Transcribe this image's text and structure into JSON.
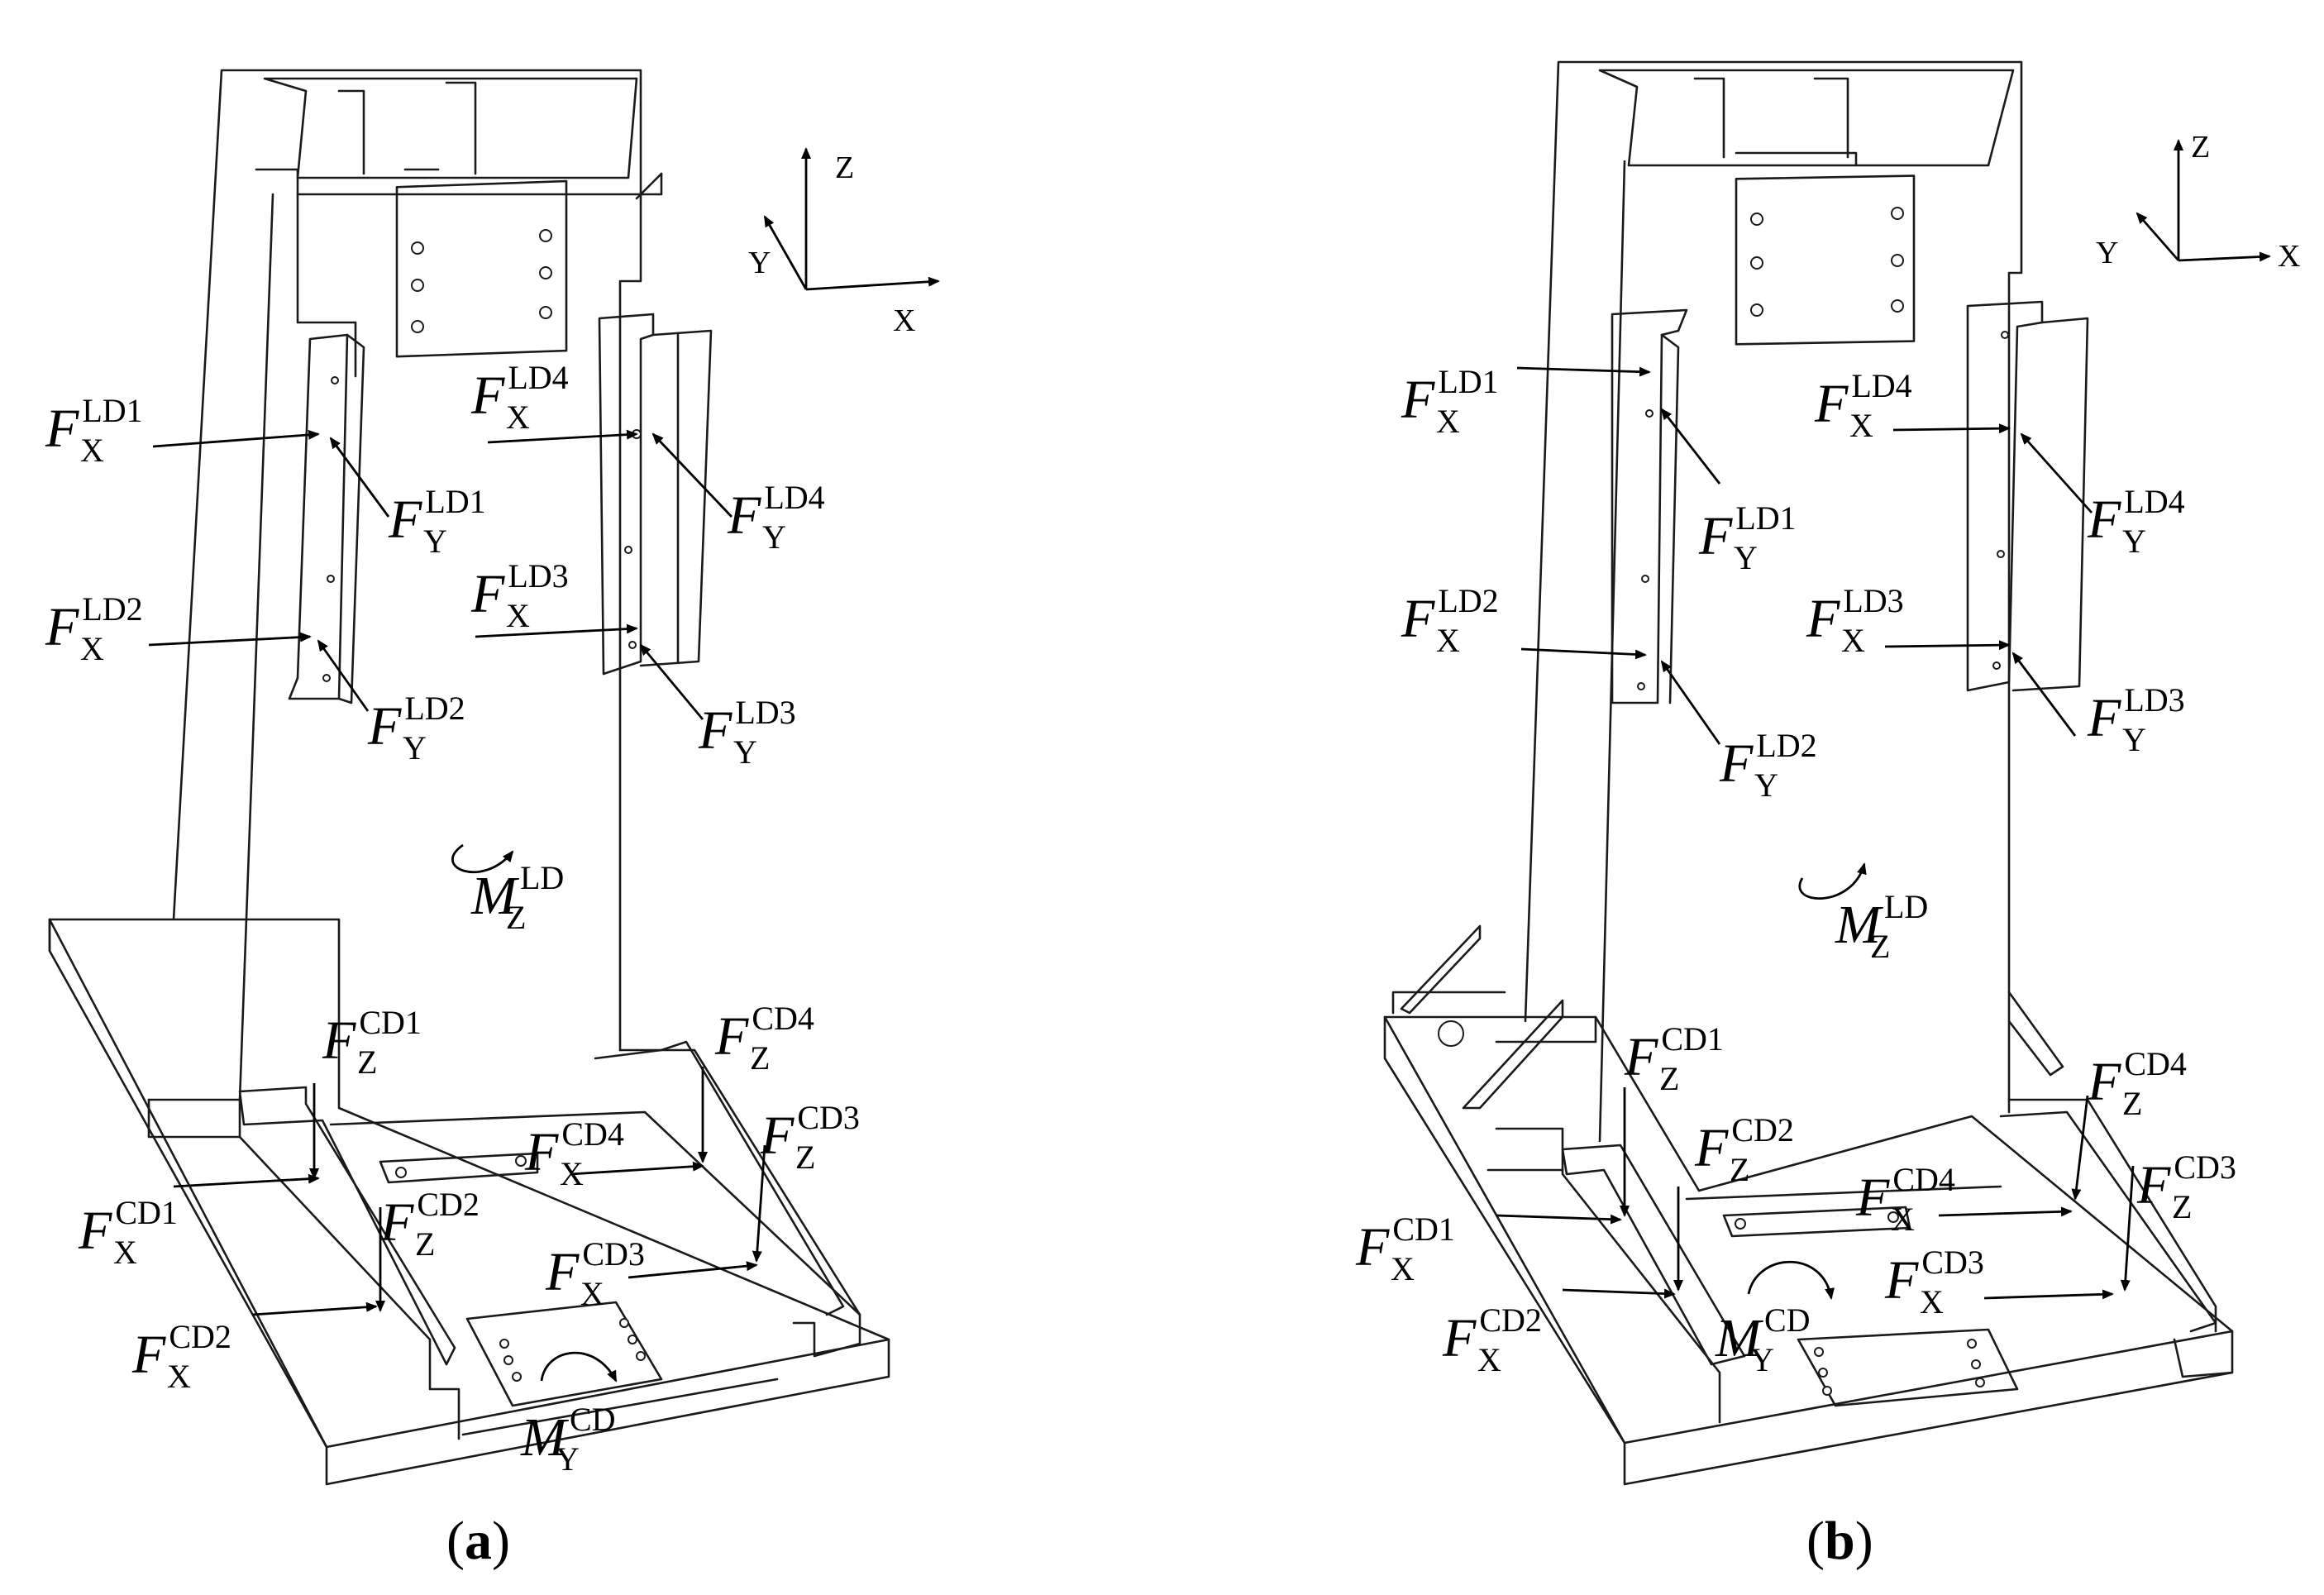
{
  "panels": [
    {
      "caption": {
        "open": "(",
        "letter": "a",
        "close": ")"
      },
      "axes": {
        "z": "Z",
        "y": "Y",
        "x": "X"
      },
      "labels": [
        {
          "id": "fx-ld1",
          "main": "F",
          "sub": "X",
          "sup": "LD1"
        },
        {
          "id": "fy-ld1",
          "main": "F",
          "sub": "Y",
          "sup": "LD1"
        },
        {
          "id": "fx-ld2",
          "main": "F",
          "sub": "X",
          "sup": "LD2"
        },
        {
          "id": "fy-ld2",
          "main": "F",
          "sub": "Y",
          "sup": "LD2"
        },
        {
          "id": "fx-ld4",
          "main": "F",
          "sub": "X",
          "sup": "LD4"
        },
        {
          "id": "fy-ld4",
          "main": "F",
          "sub": "Y",
          "sup": "LD4"
        },
        {
          "id": "fx-ld3",
          "main": "F",
          "sub": "X",
          "sup": "LD3"
        },
        {
          "id": "fy-ld3",
          "main": "F",
          "sub": "Y",
          "sup": "LD3"
        },
        {
          "id": "mz-ld",
          "main": "M",
          "sub": "Z",
          "sup": "LD"
        },
        {
          "id": "fz-cd1",
          "main": "F",
          "sub": "Z",
          "sup": "CD1"
        },
        {
          "id": "fz-cd4",
          "main": "F",
          "sub": "Z",
          "sup": "CD4"
        },
        {
          "id": "fx-cd4",
          "main": "F",
          "sub": "X",
          "sup": "CD4"
        },
        {
          "id": "fz-cd3",
          "main": "F",
          "sub": "Z",
          "sup": "CD3"
        },
        {
          "id": "fx-cd1",
          "main": "F",
          "sub": "X",
          "sup": "CD1"
        },
        {
          "id": "fz-cd2",
          "main": "F",
          "sub": "Z",
          "sup": "CD2"
        },
        {
          "id": "fx-cd3",
          "main": "F",
          "sub": "X",
          "sup": "CD3"
        },
        {
          "id": "fx-cd2",
          "main": "F",
          "sub": "X",
          "sup": "CD2"
        },
        {
          "id": "my-cd",
          "main": "M",
          "sub": "Y",
          "sup": "CD"
        }
      ]
    },
    {
      "caption": {
        "open": "(",
        "letter": "b",
        "close": ")"
      },
      "axes": {
        "z": "Z",
        "y": "Y",
        "x": "X"
      },
      "labels": [
        {
          "id": "fx-ld1",
          "main": "F",
          "sub": "X",
          "sup": "LD1"
        },
        {
          "id": "fy-ld1",
          "main": "F",
          "sub": "Y",
          "sup": "LD1"
        },
        {
          "id": "fx-ld2",
          "main": "F",
          "sub": "X",
          "sup": "LD2"
        },
        {
          "id": "fy-ld2",
          "main": "F",
          "sub": "Y",
          "sup": "LD2"
        },
        {
          "id": "fx-ld4",
          "main": "F",
          "sub": "X",
          "sup": "LD4"
        },
        {
          "id": "fy-ld4",
          "main": "F",
          "sub": "Y",
          "sup": "LD4"
        },
        {
          "id": "fx-ld3",
          "main": "F",
          "sub": "X",
          "sup": "LD3"
        },
        {
          "id": "fy-ld3",
          "main": "F",
          "sub": "Y",
          "sup": "LD3"
        },
        {
          "id": "mz-ld",
          "main": "M",
          "sub": "Z",
          "sup": "LD"
        },
        {
          "id": "fz-cd1",
          "main": "F",
          "sub": "Z",
          "sup": "CD1"
        },
        {
          "id": "fz-cd2",
          "main": "F",
          "sub": "Z",
          "sup": "CD2"
        },
        {
          "id": "fz-cd4",
          "main": "F",
          "sub": "Z",
          "sup": "CD4"
        },
        {
          "id": "fx-cd4",
          "main": "F",
          "sub": "X",
          "sup": "CD4"
        },
        {
          "id": "fz-cd3",
          "main": "F",
          "sub": "Z",
          "sup": "CD3"
        },
        {
          "id": "fx-cd1",
          "main": "F",
          "sub": "X",
          "sup": "CD1"
        },
        {
          "id": "fx-cd2",
          "main": "F",
          "sub": "X",
          "sup": "CD2"
        },
        {
          "id": "my-cd",
          "main": "M",
          "sub": "Y",
          "sup": "CD"
        },
        {
          "id": "fx-cd3",
          "main": "F",
          "sub": "X",
          "sup": "CD3"
        }
      ]
    }
  ]
}
